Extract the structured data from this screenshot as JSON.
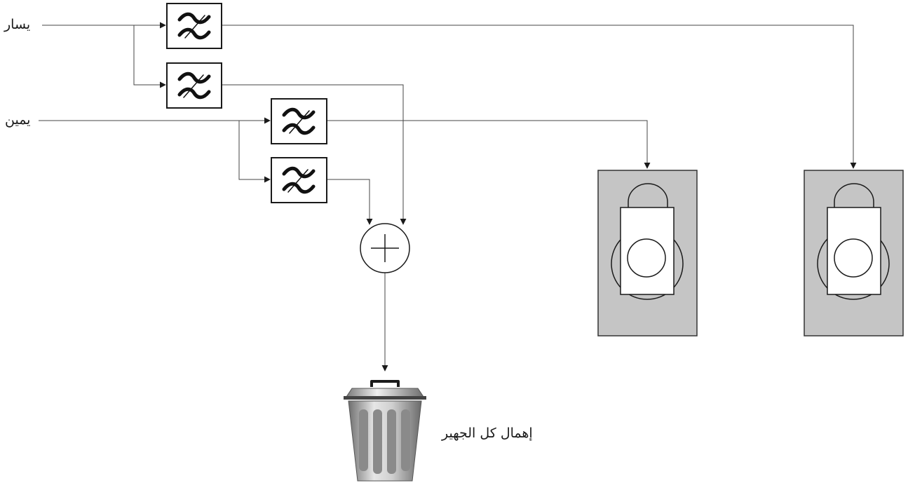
{
  "labels": {
    "left_input": "يسار",
    "right_input": "يمين",
    "discard": "إهمال كل الجهير"
  },
  "blocks": {
    "filters": [
      {
        "id": "left-highpass",
        "type": "high-pass"
      },
      {
        "id": "left-lowpass",
        "type": "low-pass"
      },
      {
        "id": "right-highpass",
        "type": "high-pass"
      },
      {
        "id": "right-lowpass",
        "type": "low-pass"
      }
    ],
    "mixer": "summing-junction",
    "outputs": [
      "right-speaker",
      "left-speaker"
    ],
    "sink": "trash-can"
  },
  "colors": {
    "speaker_cabinet": "#c5c5c5",
    "stroke": "#1a1a1a",
    "wire": "#444444"
  }
}
